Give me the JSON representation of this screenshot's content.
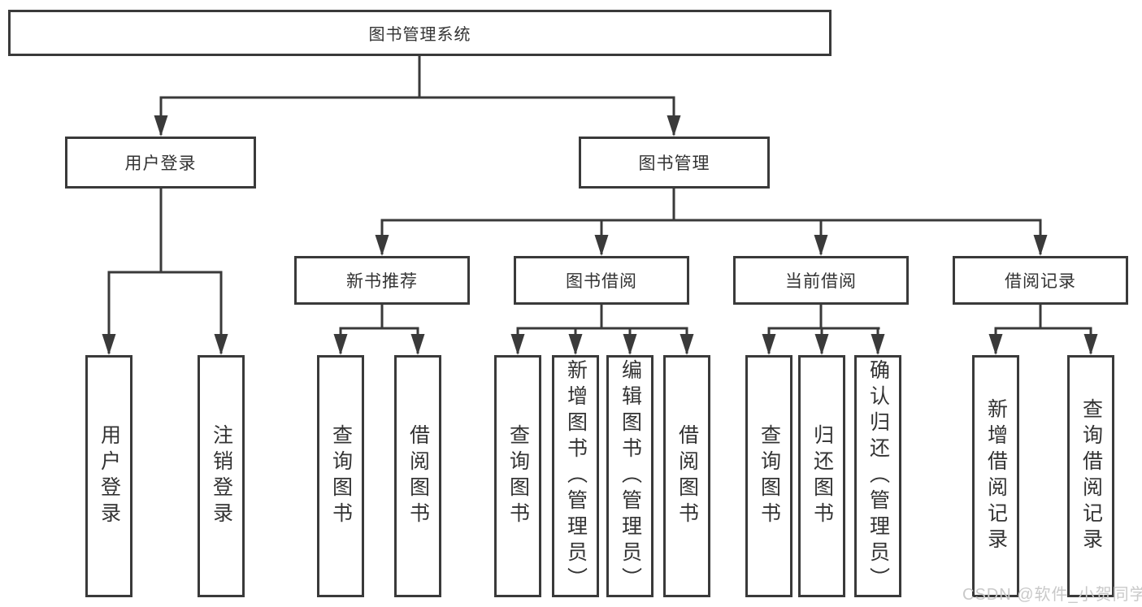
{
  "nodes": {
    "root": "图书管理系统",
    "level2": {
      "user_login": "用户登录",
      "book_mgmt": "图书管理"
    },
    "level3": {
      "new_book": "新书推荐",
      "book_borrow": "图书借阅",
      "current_borrow": "当前借阅",
      "borrow_record": "借阅记录"
    },
    "leaves": {
      "ul_login": "用户登录",
      "ul_logout": "注销登录",
      "nb_query": "查询图书",
      "nb_borrow": "借阅图书",
      "bb_query": "查询图书",
      "bb_add": "新增图书（管理员）",
      "bb_edit": "编辑图书（管理员）",
      "bb_borrow": "借阅图书",
      "cb_query": "查询图书",
      "cb_return": "归还图书",
      "cb_confirm": "确认归还（管理员）",
      "br_add": "新增借阅记录",
      "br_query": "查询借阅记录"
    }
  },
  "watermark": "CSDN @软件_小贺同学",
  "colors": {
    "line": "#3a3a3a",
    "text": "#333333",
    "watermark": "#c9c9c9",
    "background": "#ffffff"
  }
}
